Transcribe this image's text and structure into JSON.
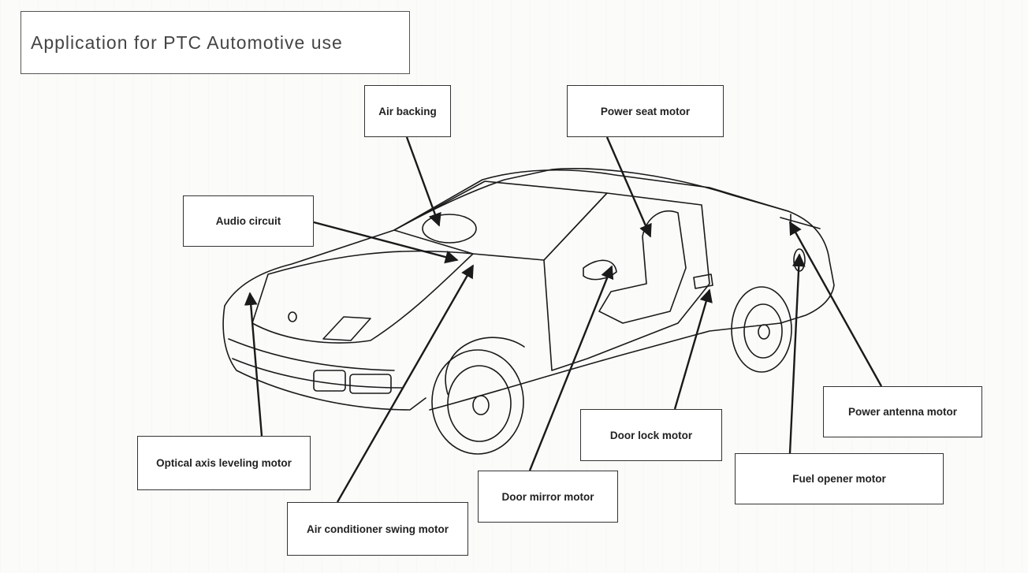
{
  "title": "Application for PTC Automotive use",
  "labels": {
    "air_backing": "Air backing",
    "power_seat_motor": "Power seat motor",
    "audio_circuit": "Audio circuit",
    "optical_axis_leveling_motor": "Optical axis leveling motor",
    "air_conditioner_swing_motor": "Air conditioner swing motor",
    "door_mirror_motor": "Door mirror motor",
    "door_lock_motor": "Door lock motor",
    "fuel_opener_motor": "Fuel opener motor",
    "power_antenna_motor": "Power antenna motor"
  },
  "colors": {
    "line": "#1a1a1a",
    "border": "#333333"
  }
}
